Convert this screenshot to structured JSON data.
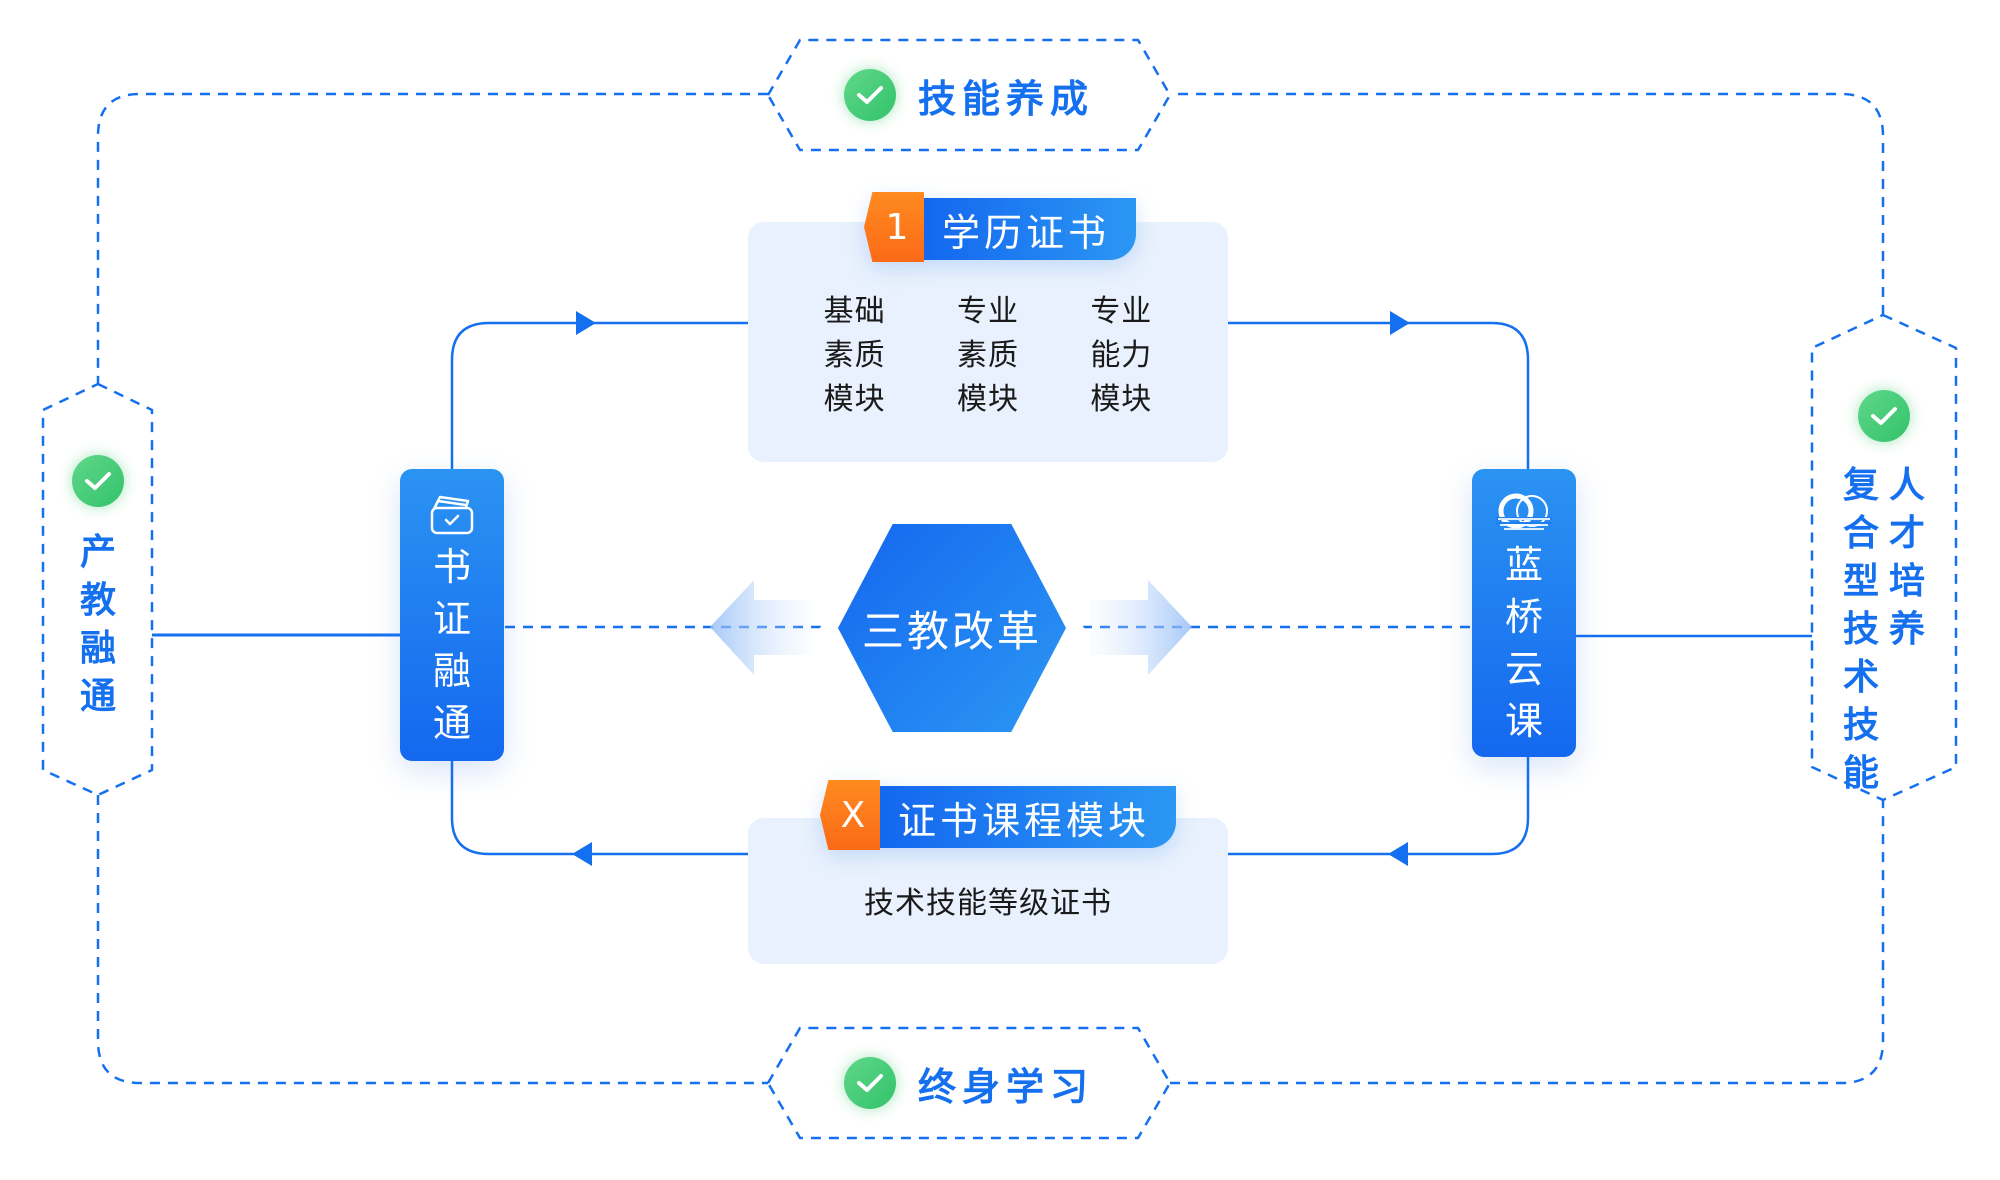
{
  "outer_ring": {
    "top": {
      "label": "技能养成",
      "icon": "check-circle-icon"
    },
    "bottom": {
      "label": "终身学习",
      "icon": "check-circle-icon"
    },
    "left": {
      "label": [
        "产",
        "教",
        "融",
        "通"
      ],
      "icon": "check-circle-icon"
    },
    "right": {
      "columns": [
        [
          "复",
          "合",
          "型",
          "技",
          "术",
          "技",
          "能"
        ],
        [
          "人",
          "才",
          "培",
          "养"
        ]
      ],
      "icon": "check-circle-icon"
    }
  },
  "cards": {
    "top": {
      "badge": "1",
      "title": "学历证书",
      "columns": [
        [
          "基础",
          "素质",
          "模块"
        ],
        [
          "专业",
          "素质",
          "模块"
        ],
        [
          "专业",
          "能力",
          "模块"
        ]
      ]
    },
    "bottom": {
      "badge": "X",
      "title": "证书课程模块",
      "text": "技术技能等级证书"
    }
  },
  "nodes": {
    "left": {
      "chars": [
        "书",
        "证",
        "融",
        "通"
      ],
      "icon": "card-check-icon"
    },
    "right": {
      "chars": [
        "蓝",
        "桥",
        "云",
        "课"
      ],
      "icon": "lanqiao-logo-icon"
    }
  },
  "center": {
    "label": "三教改革"
  },
  "colors": {
    "primary": "#1570ef",
    "card_bg": "#e8f1fd",
    "badge_orange": "#fb6a18",
    "check_green": "#3ac46e"
  }
}
